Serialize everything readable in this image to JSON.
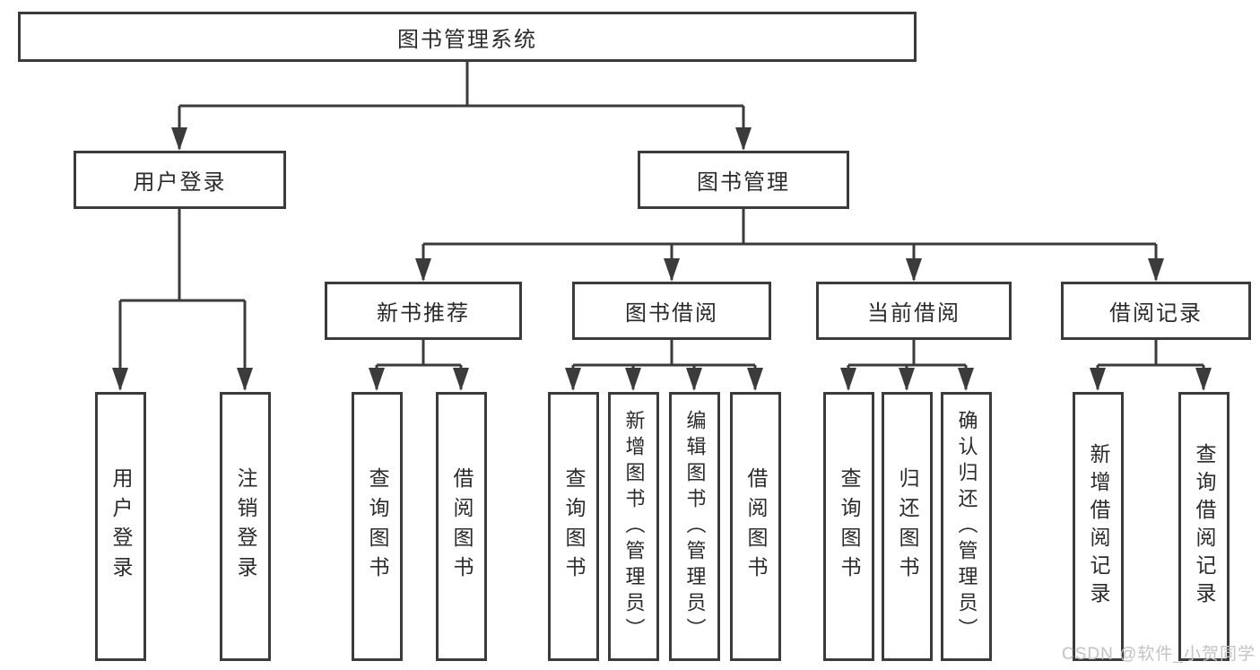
{
  "diagram": {
    "root": {
      "label": "图书管理系统"
    },
    "level2": [
      {
        "label": "用户登录",
        "children": [
          "用户登录",
          "注销登录"
        ]
      },
      {
        "label": "图书管理",
        "children": [
          "新书推荐",
          "图书借阅",
          "当前借阅",
          "借阅记录"
        ]
      }
    ],
    "level3": [
      {
        "label": "新书推荐",
        "children": [
          "查询图书",
          "借阅图书"
        ]
      },
      {
        "label": "图书借阅",
        "children": [
          "查询图书",
          "新增图书（管理员）",
          "编辑图书（管理员）",
          "借阅图书"
        ]
      },
      {
        "label": "当前借阅",
        "children": [
          "查询图书",
          "归还图书",
          "确认归还（管理员）"
        ]
      },
      {
        "label": "借阅记录",
        "children": [
          "新增借阅记录",
          "查询借阅记录"
        ]
      }
    ]
  },
  "watermark": {
    "text": "CSDN @软件_小贺同学"
  },
  "colors": {
    "line": "#3b3b3b",
    "text": "#2b2b2b",
    "box_fill": "#ffffff",
    "background": "#ffffff",
    "watermark": "#c3c3c3"
  }
}
